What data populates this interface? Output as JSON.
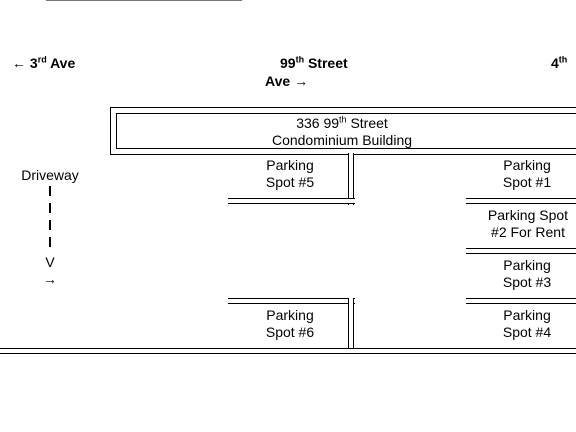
{
  "streets": {
    "left_arrow": "←",
    "left_num": "3",
    "left_sup": "rd",
    "left_name": "Ave",
    "center_num": "99",
    "center_sup": "th",
    "center_name": "Street",
    "center_line2": "Ave",
    "center_arrow": "→",
    "right_num": "4",
    "right_sup": "th"
  },
  "building": {
    "line1_prefix": "336 99",
    "line1_sup": "th",
    "line1_suffix": "Street",
    "line2": "Condominium Building"
  },
  "driveway": {
    "label": "Driveway",
    "letter": "V",
    "arrow": "→"
  },
  "spots": {
    "spot5": [
      "Parking",
      "Spot #5"
    ],
    "spot6": [
      "Parking",
      "Spot #6"
    ],
    "spot1": [
      "Parking",
      "Spot #1"
    ],
    "spot2": [
      "Parking Spot",
      "#2 For Rent"
    ],
    "spot3": [
      "Parking",
      "Spot #3"
    ],
    "spot4": [
      "Parking",
      "Spot #4"
    ]
  }
}
